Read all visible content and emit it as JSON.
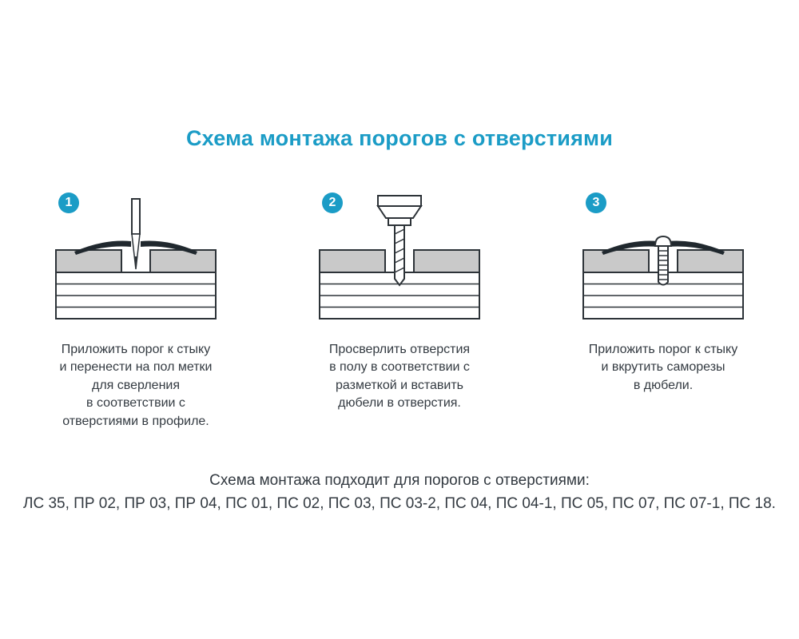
{
  "page": {
    "title": "Схема монтажа порогов с отверстиями",
    "colors": {
      "accent": "#1b9cc6",
      "text": "#333a41",
      "outline": "#2d3338",
      "panel_gray": "#c9c9c9"
    }
  },
  "steps": [
    {
      "number": "1",
      "icon": "awl-marking-icon",
      "caption_lines": [
        "Приложить порог к стыку",
        "и перенести на пол метки",
        "для сверления",
        "в соответствии с",
        "отверстиями в профиле."
      ]
    },
    {
      "number": "2",
      "icon": "drill-icon",
      "caption_lines": [
        "Просверлить отверстия",
        "в полу в соответствии с",
        "разметкой и вставить",
        "дюбели в отверстия."
      ]
    },
    {
      "number": "3",
      "icon": "screw-in-dowel-icon",
      "caption_lines": [
        "Приложить порог к стыку",
        "и вкрутить саморезы",
        "в дюбели."
      ]
    }
  ],
  "footer": {
    "line1": "Схема монтажа подходит для порогов с отверстиями:",
    "line2": "ЛС 35, ПР 02, ПР 03, ПР 04, ПС 01, ПС 02, ПС 03, ПС 03-2, ПС 04, ПС 04-1, ПС 05, ПС 07, ПС 07-1, ПС 18."
  }
}
